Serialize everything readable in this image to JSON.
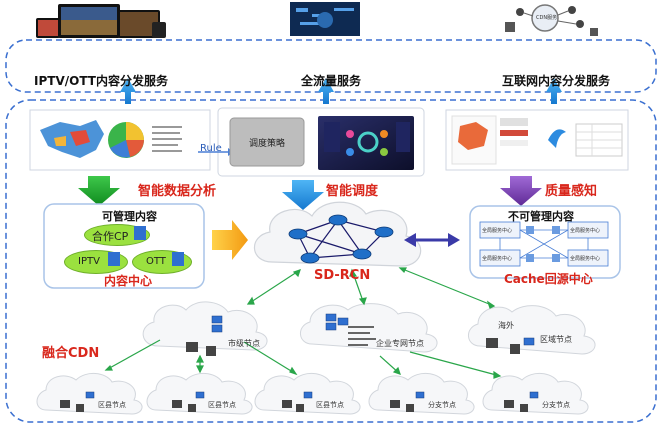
{
  "top_services": {
    "iptv_ott": "IPTV/OTT内容分发服务",
    "full_traffic": "全流量服务",
    "internet": "互联网内容分发服务",
    "cdn_icon_text": "CDN服务"
  },
  "top_panels": {
    "rule": "Rule",
    "strategy": "调度策略"
  },
  "functions": {
    "analysis": "智能数据分析",
    "scheduling": "智能调度",
    "quality": "质量感知"
  },
  "content_center": {
    "manageable": "可管理内容",
    "cp": "合作CP",
    "iptv": "IPTV",
    "ott": "OTT",
    "title": "内容中心"
  },
  "sdrcn": {
    "title": "SD-RCN"
  },
  "cache_center": {
    "unmanageable": "不可管理内容",
    "title": "Cache回源中心",
    "mini_labels": [
      "全局服务中心",
      "全局服务中心",
      "全局服务中心",
      "全局服务中心"
    ]
  },
  "fusion": {
    "title": "融合CDN"
  },
  "nodes": {
    "city": "市级节点",
    "enterprise": "企业专网节点",
    "overseas": "海外",
    "regional": "区域节点",
    "bottom": [
      "区县节点",
      "区县节点",
      "区县节点",
      "分支节点",
      "分支节点"
    ]
  },
  "colors": {
    "blue_arrow": "#2a8fe0",
    "green_arrow": "#1aa12a",
    "purple_arrow": "#7b3fb2",
    "orange_arrow": "#f5a623",
    "red_text": "#d9271c"
  }
}
